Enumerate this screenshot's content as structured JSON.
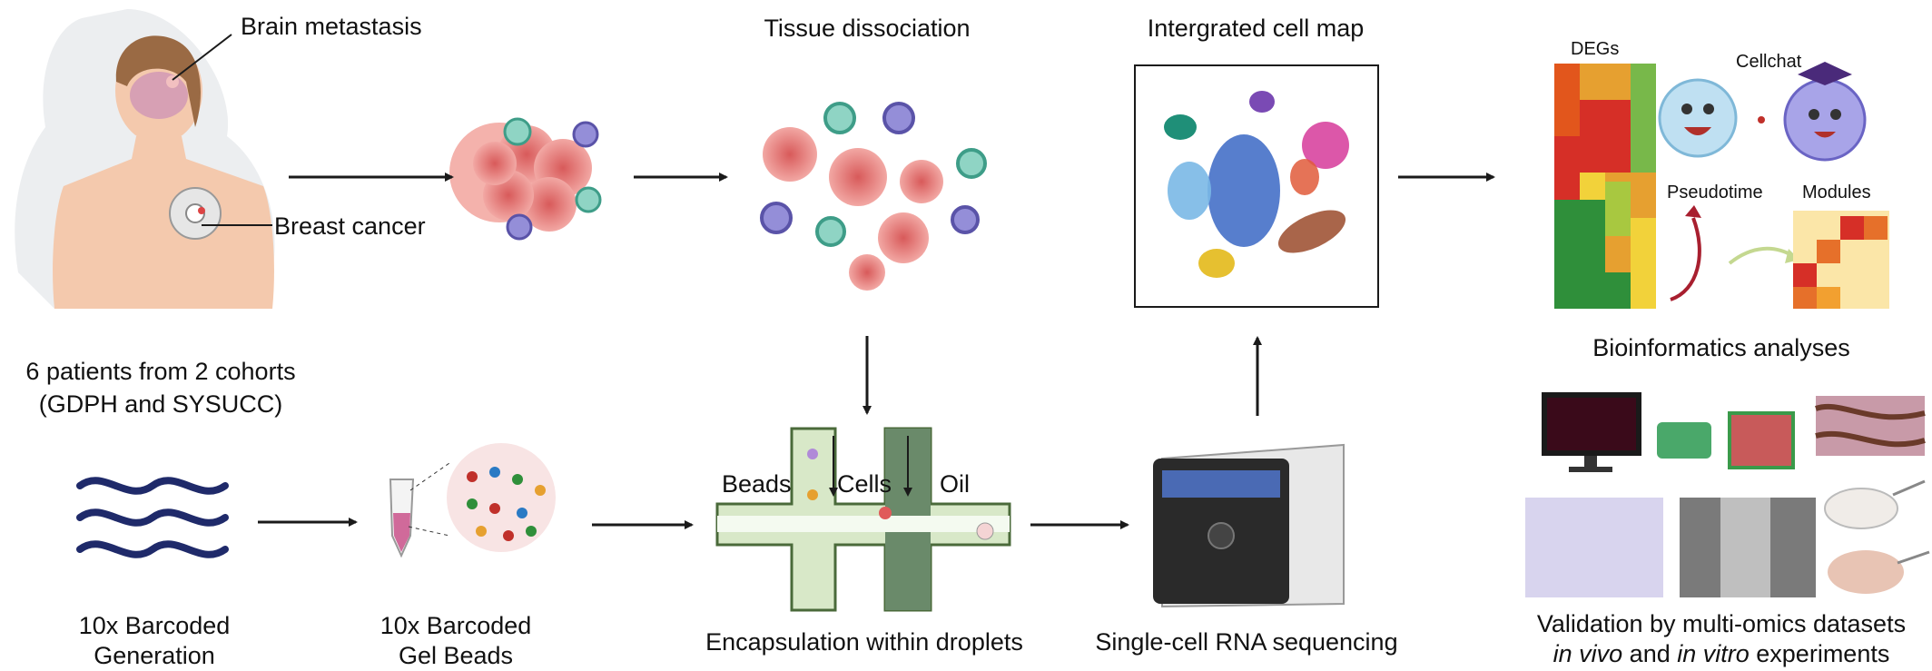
{
  "labels": {
    "brain_metastasis": "Brain metastasis",
    "breast_cancer": "Breast cancer",
    "patients_line1": "6 patients from 2 cohorts",
    "patients_line2": "(GDPH and SYSUCC)",
    "tissue_dissociation": "Tissue dissociation",
    "integrated_cell_map": "Intergrated cell map",
    "barcoded_gen_line1": "10x Barcoded",
    "barcoded_gen_line2": "Generation",
    "gel_beads_line1": "10x Barcoded",
    "gel_beads_line2": "Gel Beads",
    "beads": "Beads",
    "cells": "Cells",
    "oil": "Oil",
    "encapsulation": "Encapsulation within droplets",
    "sequencing": "Single-cell RNA sequencing",
    "degs": "DEGs",
    "cellchat": "Cellchat",
    "pseudotime": "Pseudotime",
    "modules": "Modules",
    "bioinformatics": "Bioinformatics analyses",
    "validation_line1": "Validation by multi-omics datasets",
    "validation_in_vivo": "in vivo",
    "validation_and": " and ",
    "validation_in_vitro": "in vitro",
    "validation_experiments": " experiments"
  },
  "colors": {
    "arrow": "#1a1a1a",
    "tumor_cell": "#e88a8a",
    "immune_teal": "#5bbfa8",
    "immune_purple": "#7b74c4",
    "heatmap_red": "#d62f27",
    "heatmap_green": "#2f8f3a",
    "heatmap_yellow": "#f2d23a",
    "cluster_blue": "#3a67c4",
    "cluster_pink": "#d63a9a",
    "cluster_brown": "#9a4a2a"
  }
}
